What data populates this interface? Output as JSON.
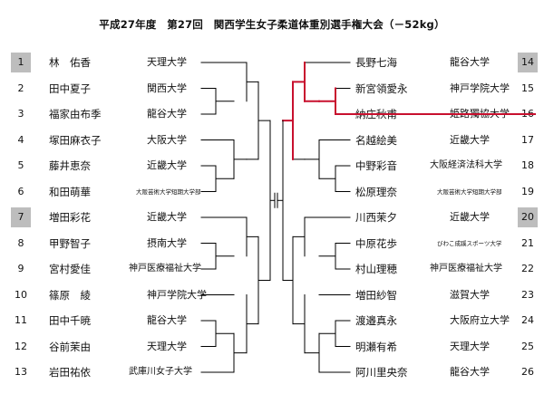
{
  "title": "平成27年度　第27回　関西学生女子柔道体重別選手権大会（－52kg）",
  "left": [
    {
      "no": "1",
      "name": "林　佑香",
      "univ": "天理大学",
      "seed": true
    },
    {
      "no": "2",
      "name": "田中夏子",
      "univ": "関西大学",
      "seed": false
    },
    {
      "no": "3",
      "name": "福家由布季",
      "univ": "龍谷大学",
      "seed": false
    },
    {
      "no": "4",
      "name": "塚田麻衣子",
      "univ": "大阪大学",
      "seed": false
    },
    {
      "no": "5",
      "name": "藤井恵奈",
      "univ": "近畿大学",
      "seed": false
    },
    {
      "no": "6",
      "name": "和田萌華",
      "univ": "大阪芸術大学短期大学部",
      "seed": false
    },
    {
      "no": "7",
      "name": "増田彩花",
      "univ": "近畿大学",
      "seed": true
    },
    {
      "no": "8",
      "name": "甲野智子",
      "univ": "摂南大学",
      "seed": false
    },
    {
      "no": "9",
      "name": "宮村愛佳",
      "univ": "神戸医療福祉大学",
      "seed": false
    },
    {
      "no": "10",
      "name": "篠原　綾",
      "univ": "神戸学院大学",
      "seed": false
    },
    {
      "no": "11",
      "name": "田中千暁",
      "univ": "龍谷大学",
      "seed": false
    },
    {
      "no": "12",
      "name": "谷前茉由",
      "univ": "天理大学",
      "seed": false
    },
    {
      "no": "13",
      "name": "岩田祐依",
      "univ": "武庫川女子大学",
      "seed": false
    }
  ],
  "right": [
    {
      "no": "14",
      "name": "長野七海",
      "univ": "龍谷大学",
      "seed": true
    },
    {
      "no": "15",
      "name": "新宮領愛永",
      "univ": "神戸学院大学",
      "seed": false
    },
    {
      "no": "16",
      "name": "納庄秋甫",
      "univ": "姫路獨協大学",
      "seed": false
    },
    {
      "no": "17",
      "name": "名越絵美",
      "univ": "近畿大学",
      "seed": false
    },
    {
      "no": "18",
      "name": "中野彩音",
      "univ": "大阪経済法科大学",
      "seed": false
    },
    {
      "no": "19",
      "name": "松原理奈",
      "univ": "大阪芸術大学短期大学部",
      "seed": false
    },
    {
      "no": "20",
      "name": "川西茉夕",
      "univ": "近畿大学",
      "seed": true
    },
    {
      "no": "21",
      "name": "中原花歩",
      "univ": "びわこ成蹊スポーツ大学",
      "seed": false
    },
    {
      "no": "22",
      "name": "村山理穂",
      "univ": "神戸医療福祉大学",
      "seed": false
    },
    {
      "no": "23",
      "name": "増田紗智",
      "univ": "滋賀大学",
      "seed": false
    },
    {
      "no": "24",
      "name": "渡邉真永",
      "univ": "大阪府立大学",
      "seed": false
    },
    {
      "no": "25",
      "name": "明瀬有希",
      "univ": "天理大学",
      "seed": false
    },
    {
      "no": "26",
      "name": "阿川里央奈",
      "univ": "龍谷大学",
      "seed": false
    }
  ],
  "colors": {
    "winner_line": "#c8102e",
    "seed_bg": "#bdbdbd",
    "line": "#000000"
  }
}
